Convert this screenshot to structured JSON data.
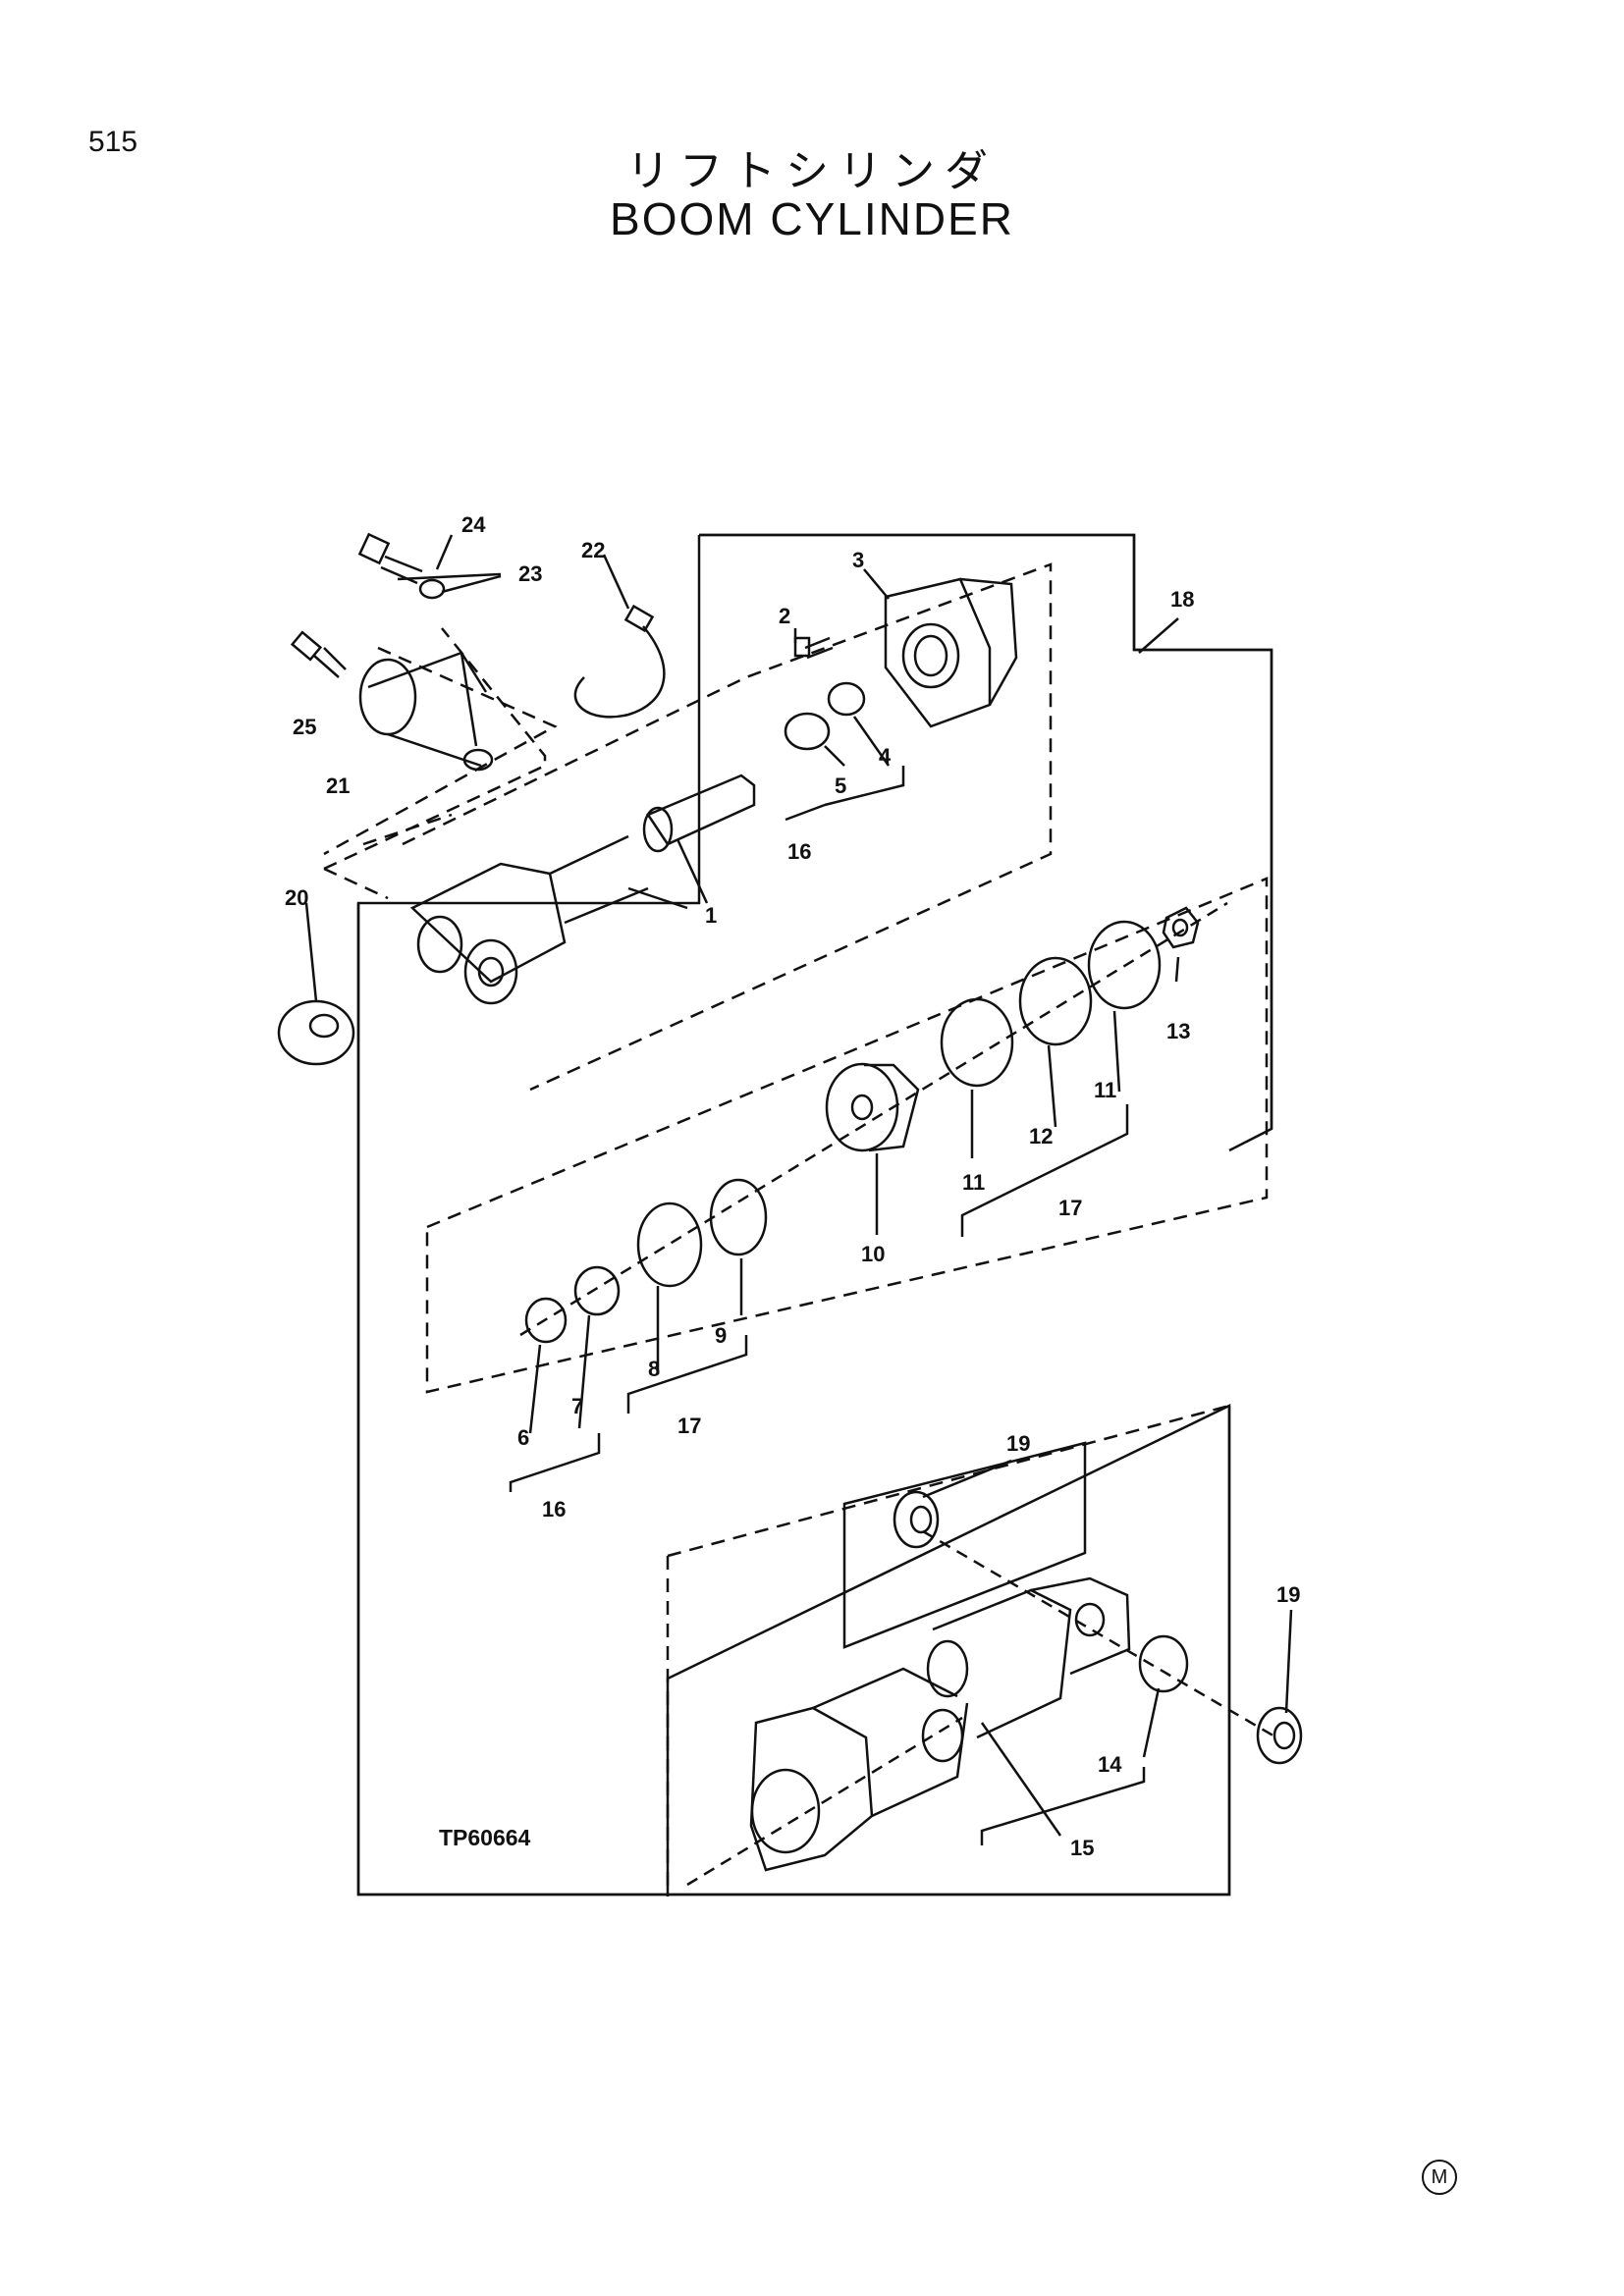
{
  "header": {
    "page_number": "515",
    "title_jp": "リフトシリンダ",
    "title_en": "BOOM  CYLINDER"
  },
  "diagram": {
    "drawing_code": "TP60664",
    "callouts": {
      "c1": "1",
      "c2": "2",
      "c3": "3",
      "c4": "4",
      "c5": "5",
      "c6": "6",
      "c7": "7",
      "c8": "8",
      "c9": "9",
      "c10": "10",
      "c11a": "11",
      "c11b": "11",
      "c12": "12",
      "c13": "13",
      "c14": "14",
      "c15": "15",
      "c16a": "16",
      "c16b": "16",
      "c17a": "17",
      "c17b": "17",
      "c18": "18",
      "c19a": "19",
      "c19b": "19",
      "c20": "20",
      "c21": "21",
      "c22": "22",
      "c23": "23",
      "c24": "24",
      "c25": "25"
    }
  },
  "footer": {
    "mark": "M"
  }
}
